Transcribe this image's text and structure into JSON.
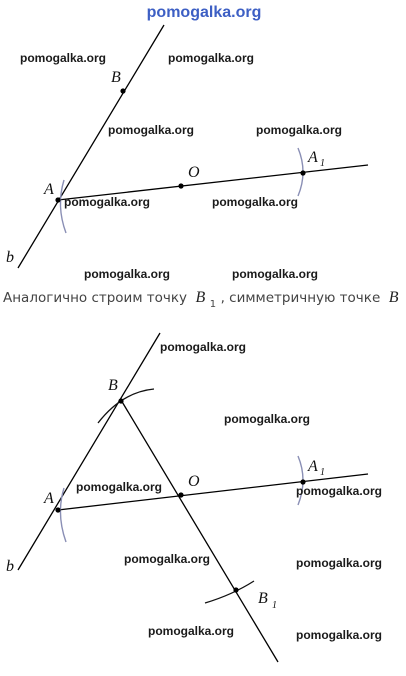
{
  "site_header": "pomogalka.org",
  "watermark": "pomogalka.org",
  "figure1": {
    "labels": {
      "B": "B",
      "A": "A",
      "O": "O",
      "A1": "A",
      "A1_sub": "1",
      "b": "b"
    }
  },
  "caption": {
    "before": "Аналогично строим точку",
    "point": "B",
    "point_sub": "1",
    "middle": ", симметричную точке",
    "target": "B"
  },
  "figure2": {
    "labels": {
      "B": "B",
      "A": "A",
      "O": "O",
      "A1": "A",
      "A1_sub": "1",
      "B1": "B",
      "B1_sub": "1",
      "b": "b"
    }
  }
}
